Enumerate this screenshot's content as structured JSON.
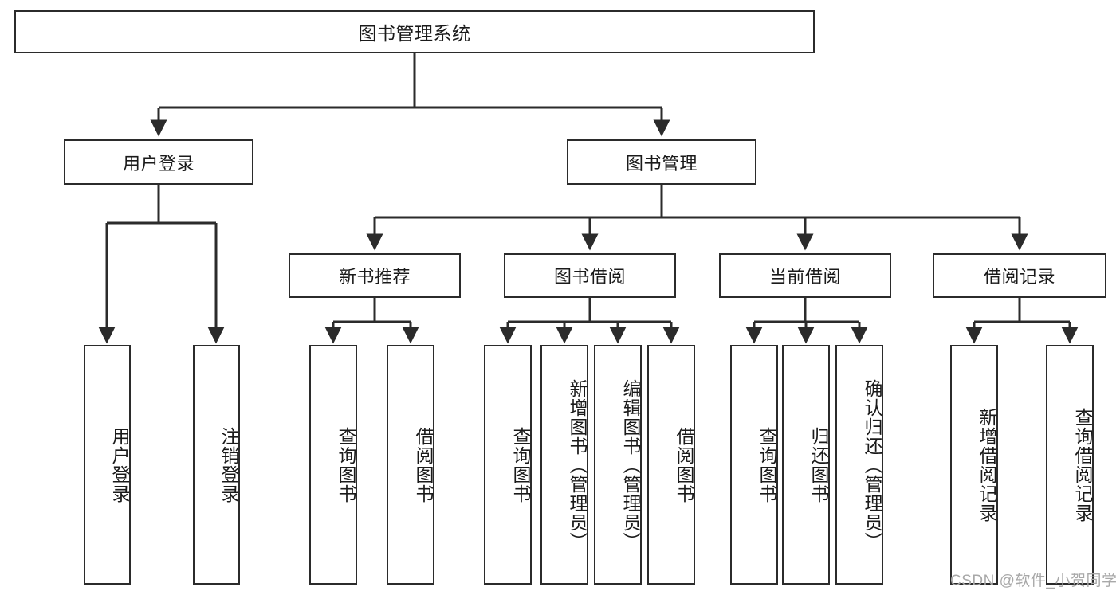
{
  "diagram": {
    "type": "tree-hierarchy-flowchart",
    "title": "图书管理系统",
    "watermark": "CSDN @软件_小贺同学",
    "colors": {
      "box_stroke": "#2b2b2b",
      "box_fill": "#ffffff",
      "edge_stroke": "#2b2b2b",
      "text": "#1a1a1a",
      "watermark": "#a8a8a8",
      "background": "#ffffff"
    },
    "nodes": {
      "root": {
        "label": "图书管理系统",
        "orientation": "horizontal",
        "level": 1
      },
      "l2": [
        {
          "id": "user-login",
          "label": "用户登录",
          "orientation": "horizontal",
          "level": 2
        },
        {
          "id": "book-manage",
          "label": "图书管理",
          "orientation": "horizontal",
          "level": 2
        }
      ],
      "l3": [
        {
          "id": "new-book-rec",
          "label": "新书推荐",
          "orientation": "horizontal",
          "level": 3,
          "parent": "book-manage"
        },
        {
          "id": "book-borrow",
          "label": "图书借阅",
          "orientation": "horizontal",
          "level": 3,
          "parent": "book-manage"
        },
        {
          "id": "current-borrow",
          "label": "当前借阅",
          "orientation": "horizontal",
          "level": 3,
          "parent": "book-manage"
        },
        {
          "id": "borrow-record",
          "label": "借阅记录",
          "orientation": "horizontal",
          "level": 3,
          "parent": "book-manage"
        }
      ],
      "leaves": [
        {
          "id": "leaf-user-login",
          "label": "用户登录",
          "orientation": "vertical",
          "parent": "user-login"
        },
        {
          "id": "leaf-user-logout",
          "label": "注销登录",
          "orientation": "vertical",
          "parent": "user-login"
        },
        {
          "id": "leaf-query-book-1",
          "label": "查询图书",
          "orientation": "vertical",
          "parent": "new-book-rec"
        },
        {
          "id": "leaf-borrow-book-1",
          "label": "借阅图书",
          "orientation": "vertical",
          "parent": "new-book-rec"
        },
        {
          "id": "leaf-query-book-2",
          "label": "查询图书",
          "orientation": "vertical",
          "parent": "book-borrow"
        },
        {
          "id": "leaf-add-book",
          "label": "新增图书（管理员）",
          "orientation": "vertical",
          "parent": "book-borrow"
        },
        {
          "id": "leaf-edit-book",
          "label": "编辑图书（管理员）",
          "orientation": "vertical",
          "parent": "book-borrow"
        },
        {
          "id": "leaf-borrow-book-2",
          "label": "借阅图书",
          "orientation": "vertical",
          "parent": "book-borrow"
        },
        {
          "id": "leaf-query-book-3",
          "label": "查询图书",
          "orientation": "vertical",
          "parent": "current-borrow"
        },
        {
          "id": "leaf-return-book",
          "label": "归还图书",
          "orientation": "vertical",
          "parent": "current-borrow"
        },
        {
          "id": "leaf-confirm-return",
          "label": "确认归还（管理员）",
          "orientation": "vertical",
          "parent": "current-borrow"
        },
        {
          "id": "leaf-add-record",
          "label": "新增借阅记录",
          "orientation": "vertical",
          "parent": "borrow-record"
        },
        {
          "id": "leaf-query-record",
          "label": "查询借阅记录",
          "orientation": "vertical",
          "parent": "borrow-record"
        }
      ]
    }
  }
}
